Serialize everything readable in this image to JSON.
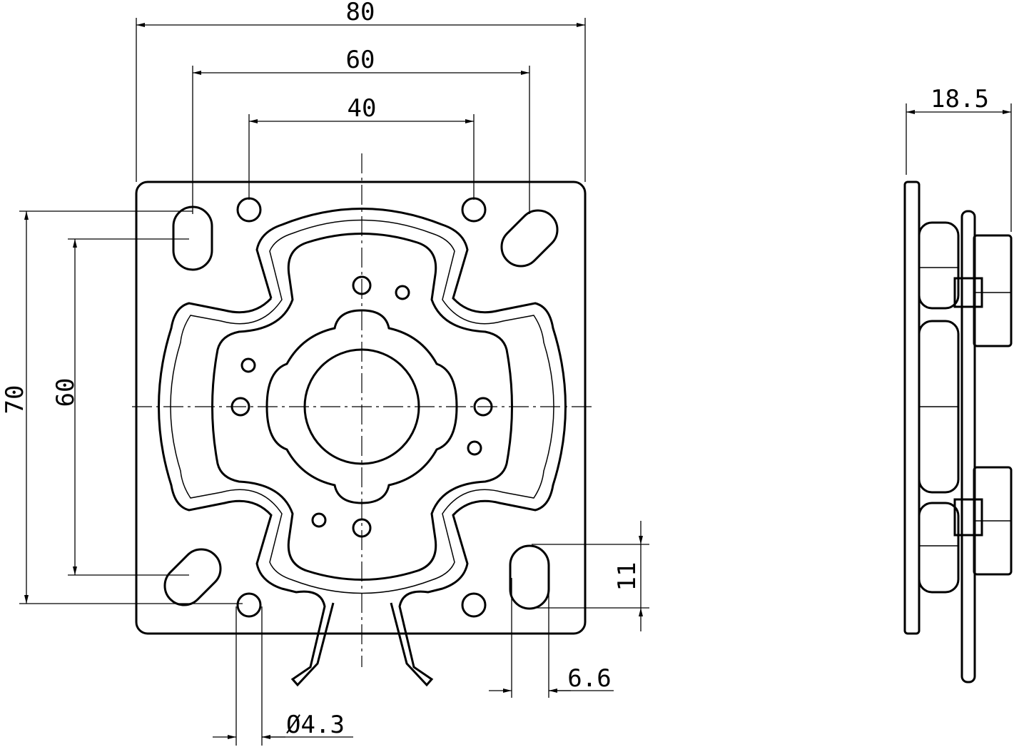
{
  "drawing": {
    "front_view": {
      "dimensions": {
        "overall_width": "80",
        "slot_spacing_horizontal": "60",
        "hole_spacing_horizontal": "40",
        "overall_height": "70",
        "slot_spacing_vertical": "60",
        "slot_length": "11",
        "slot_width": "6.6",
        "hole_diameter": "Ø4.3"
      }
    },
    "side_view": {
      "dimensions": {
        "depth": "18.5"
      }
    },
    "line_color": "#000000",
    "background_color": "#ffffff"
  }
}
